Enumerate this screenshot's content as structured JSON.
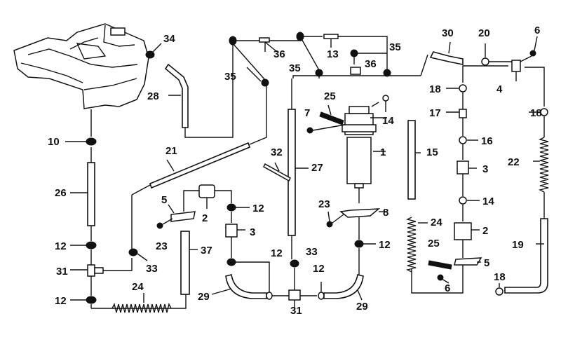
{
  "diagram": {
    "labels": [
      "1",
      "2",
      "3",
      "4",
      "5",
      "6",
      "7",
      "8",
      "10",
      "12",
      "13",
      "14",
      "15",
      "16",
      "17",
      "18",
      "19",
      "20",
      "21",
      "22",
      "23",
      "24",
      "25",
      "26",
      "27",
      "28",
      "29",
      "30",
      "31",
      "32",
      "33",
      "34",
      "35",
      "36",
      "37"
    ]
  }
}
